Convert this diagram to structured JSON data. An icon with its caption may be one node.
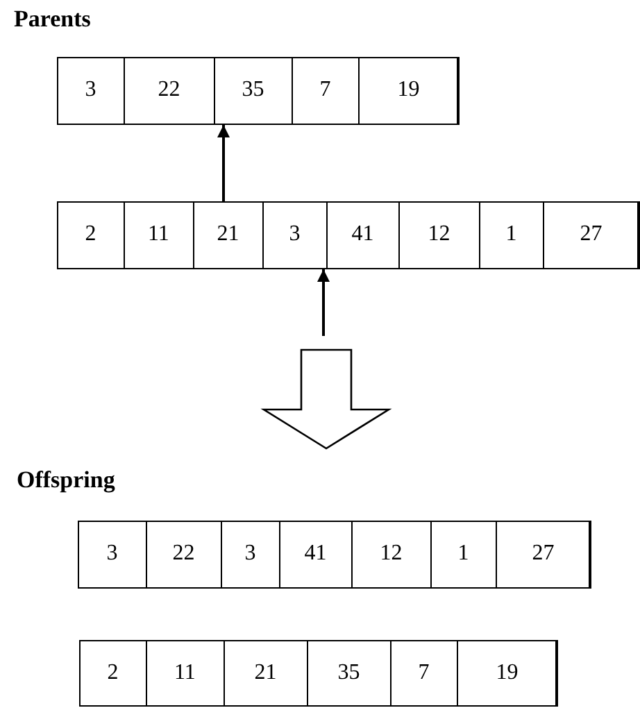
{
  "diagram": {
    "nodes": [
      {
        "text": [],
        "shape": "box"
      },
      {
        "text": [
          "3"
        ],
        "in": 0
      },
      {
        "text": [
          "22"
        ],
        "in": 0
      },
      {
        "text": [
          "35"
        ],
        "in": 0
      },
      {
        "text": [
          "7"
        ],
        "in": 0
      },
      {
        "text": [
          "19"
        ],
        "in": 0
      },
      {
        "text": [],
        "shape": "box"
      },
      {
        "text": [
          "2"
        ],
        "in": 6
      },
      {
        "text": [
          "11"
        ],
        "in": 6
      },
      {
        "text": [
          "21"
        ],
        "in": 6
      },
      {
        "text": [
          "3"
        ],
        "in": 6
      },
      {
        "text": [
          "41"
        ],
        "in": 6
      },
      {
        "text": [
          "12"
        ],
        "in": 6
      },
      {
        "text": [
          "1"
        ],
        "in": 6
      },
      {
        "text": [
          "27"
        ],
        "in": 6
      },
      {
        "text": [],
        "shape": "box"
      },
      {
        "text": [
          "3"
        ],
        "in": 15
      },
      {
        "text": [
          "22"
        ],
        "in": 15
      },
      {
        "text": [
          "3"
        ],
        "in": 15
      },
      {
        "text": [
          "41"
        ],
        "in": 15
      },
      {
        "text": [
          "12"
        ],
        "in": 15
      },
      {
        "text": [
          "1"
        ],
        "in": 15
      },
      {
        "text": [
          "27"
        ],
        "in": 15
      },
      {
        "text": [],
        "shape": "box"
      },
      {
        "text": [
          "2"
        ],
        "in": 23
      },
      {
        "text": [
          "11"
        ],
        "in": 23
      },
      {
        "text": [
          "21"
        ],
        "in": 23
      },
      {
        "text": [
          "35"
        ],
        "in": 23
      },
      {
        "text": [
          "7"
        ],
        "in": 23
      },
      {
        "text": [
          "19"
        ],
        "in": 23
      }
    ],
    "edges": [
      {
        "from": 6,
        "to": 0,
        "arrow": "to"
      },
      {
        "from": null,
        "to": 6,
        "arrow": "to"
      },
      {
        "from": 6,
        "to": 15,
        "arrow": "to",
        "style": "thick"
      }
    ],
    "labels": [
      "Parents",
      "Offspring"
    ]
  }
}
